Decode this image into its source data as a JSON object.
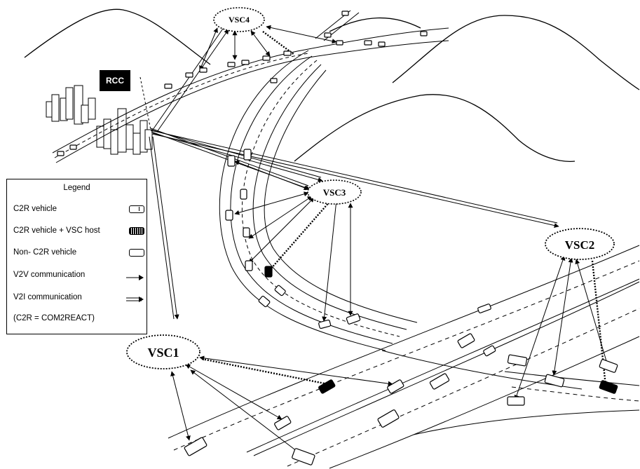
{
  "rcc": {
    "label": "RCC"
  },
  "vsc": {
    "vsc1": "VSC1",
    "vsc2": "VSC2",
    "vsc3": "VSC3",
    "vsc4": "VSC4"
  },
  "legend": {
    "title": "Legend",
    "rows": [
      {
        "label": "C2R vehicle"
      },
      {
        "label": "C2R vehicle + VSC host"
      },
      {
        "label": "Non- C2R vehicle"
      },
      {
        "label": "V2V communication"
      },
      {
        "label": "V2I communication"
      }
    ],
    "note": "(C2R = COM2REACT)"
  }
}
